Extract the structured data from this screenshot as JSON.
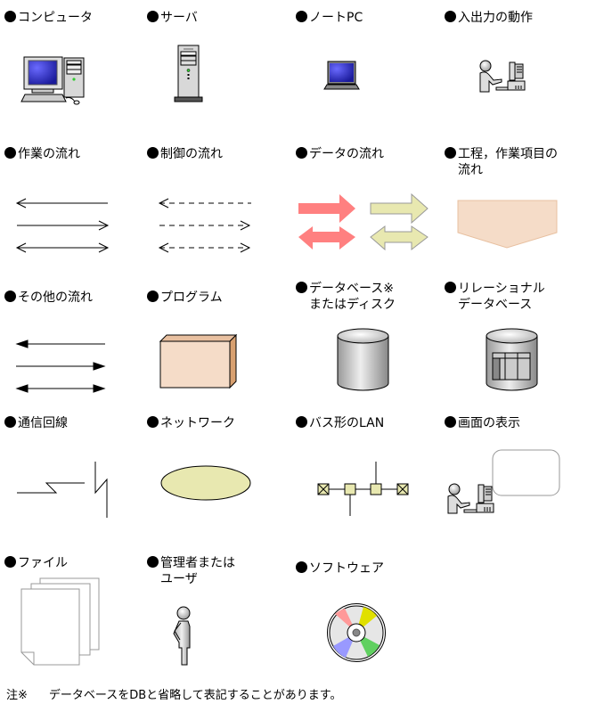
{
  "legend_items": [
    {
      "label": "コンピュータ",
      "icon": "computer-icon"
    },
    {
      "label": "サーバ",
      "icon": "server-icon"
    },
    {
      "label": "ノートPC",
      "icon": "laptop-icon"
    },
    {
      "label": "入出力の動作",
      "icon": "io-operation-icon"
    },
    {
      "label": "作業の流れ",
      "icon": "work-flow-arrows-icon"
    },
    {
      "label": "制御の流れ",
      "icon": "control-flow-dashed-arrows-icon"
    },
    {
      "label": "データの流れ",
      "icon": "data-flow-block-arrows-icon"
    },
    {
      "label": "工程，作業項目の",
      "label_line2": "流れ",
      "icon": "process-pentagon-icon"
    },
    {
      "label": "その他の流れ",
      "icon": "other-flow-arrows-icon"
    },
    {
      "label": "プログラム",
      "icon": "program-box-icon"
    },
    {
      "label": "データベース※",
      "label_line2": "またはディスク",
      "icon": "database-cylinder-icon"
    },
    {
      "label": "リレーショナル",
      "label_line2": "データベース",
      "icon": "relational-database-icon"
    },
    {
      "label": "通信回線",
      "icon": "communication-line-icon"
    },
    {
      "label": "ネットワーク",
      "icon": "network-ellipse-icon"
    },
    {
      "label": "バス形のLAN",
      "icon": "bus-lan-icon"
    },
    {
      "label": "画面の表示",
      "icon": "screen-display-icon"
    },
    {
      "label": "ファイル",
      "icon": "file-stack-icon"
    },
    {
      "label": "管理者または",
      "label_line2": "ユーザ",
      "icon": "user-person-icon"
    },
    {
      "label": "ソフトウェア",
      "icon": "software-cd-icon"
    }
  ],
  "footnote": {
    "marker": "注※",
    "text": "データベースをDBと省略して表記することがあります。"
  },
  "colors": {
    "monitor_screen": "#2a2ad0",
    "device_gray": "#d8d8d8",
    "data_flow_red": "#ff8080",
    "data_flow_yellow": "#e8e8b0",
    "process_fill": "#f5dcc8",
    "program_front": "#f5dcc8",
    "program_side": "#d8a070",
    "network_fill": "#e8e8b0",
    "cd_pink": "#ff9999",
    "cd_yellow": "#e0e000",
    "cd_blue": "#9999ff",
    "cd_green": "#60d060"
  }
}
